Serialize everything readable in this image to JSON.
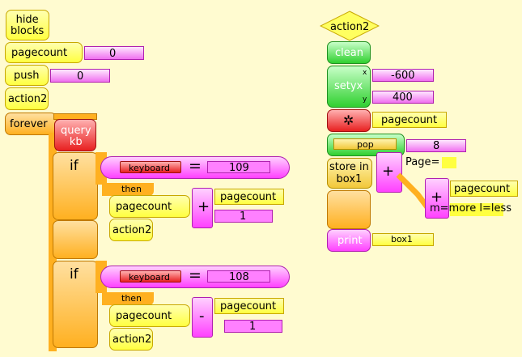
{
  "script1": {
    "hide_blocks": "hide\nblocks",
    "pagecount": "pagecount",
    "init_value": "0",
    "push": "push",
    "push_value": "0",
    "action2": "action2",
    "forever": "forever",
    "query_kb": "query\nkb",
    "if": "if",
    "keyboard": "keyboard",
    "equals": "=",
    "key_right": "109",
    "key_left": "108",
    "then": "then",
    "plus": "+",
    "minus": "-",
    "one": "1"
  },
  "script2": {
    "hat_label": "action2",
    "clean": "clean",
    "setyx": "setyx",
    "x_label": "x",
    "y_label": "y",
    "x_value": "-600",
    "y_value": "400",
    "pagecount": "pagecount",
    "pop": "pop",
    "pop_value": "8",
    "store_in": "store in\nbox1",
    "plus": "+",
    "page_label": "Page=",
    "pagecount2": "pagecount",
    "hint": "m=more l=less",
    "print": "print",
    "box1": "box1"
  },
  "colors": {
    "yellow": "#ffff40",
    "orange": "#ffb020",
    "green": "#30d030",
    "red": "#e82020",
    "pink": "#ff40ff",
    "background": "#fffbd0"
  }
}
